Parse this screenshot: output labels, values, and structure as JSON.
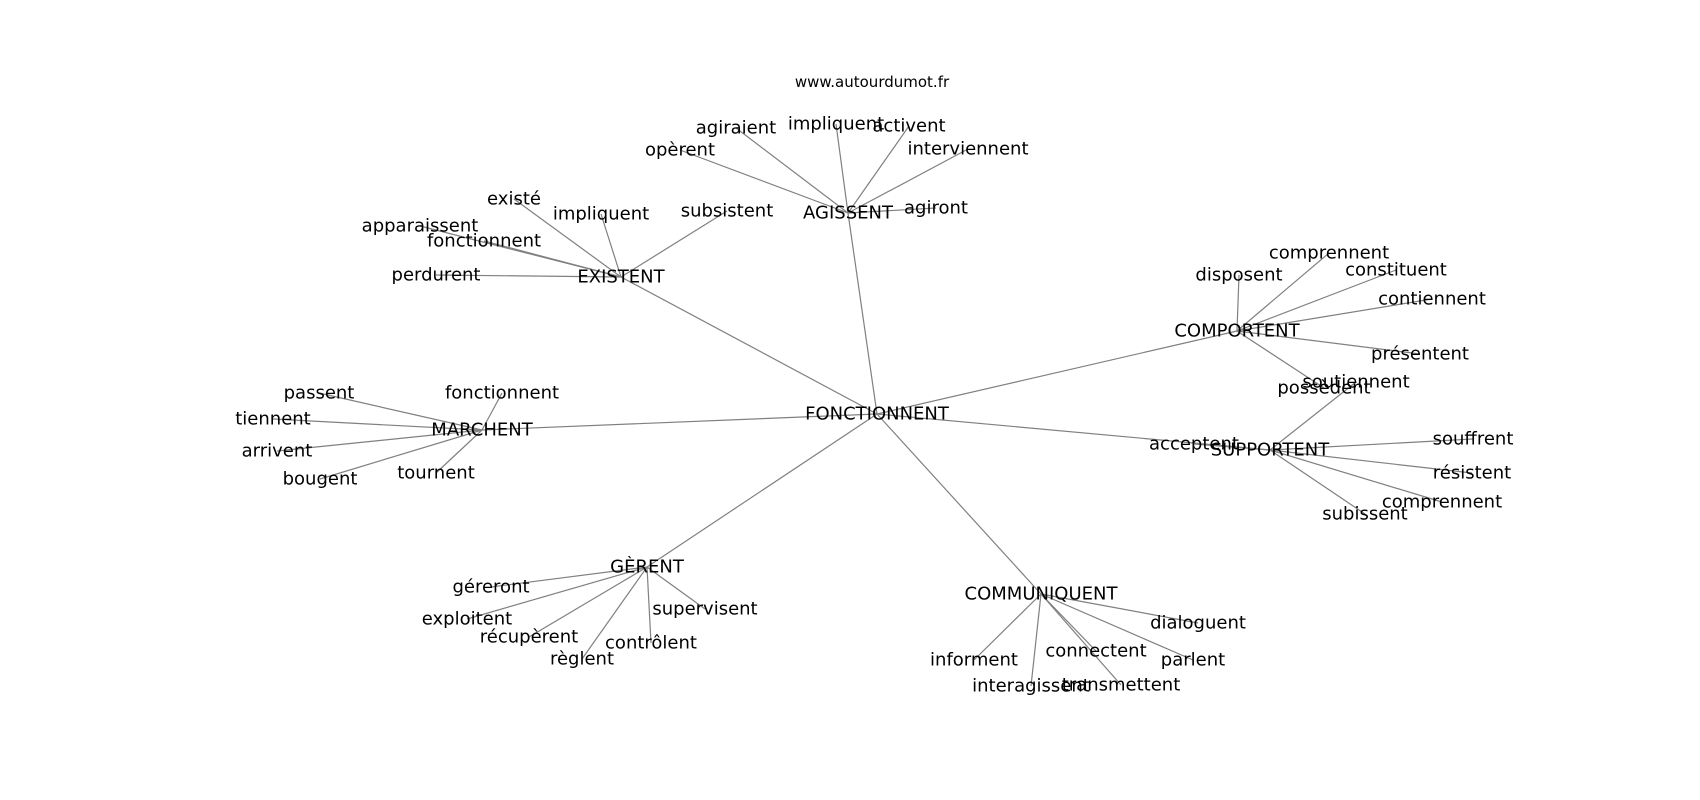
{
  "header": {
    "site": "www.autourdumot.fr"
  },
  "graph": {
    "root": "FONCTIONNENT",
    "clusters": [
      {
        "name": "AGISSENT",
        "leaves": [
          "agiraient",
          "impliquent",
          "activent",
          "opèrent",
          "interviennent",
          "agiront"
        ]
      },
      {
        "name": "EXISTENT",
        "leaves": [
          "existé",
          "impliquent",
          "subsistent",
          "apparaissent",
          "fonctionnent",
          "perdurent"
        ]
      },
      {
        "name": "COMPORTENT",
        "leaves": [
          "comprennent",
          "disposent",
          "constituent",
          "contiennent",
          "présentent",
          "possèdent"
        ]
      },
      {
        "name": "SUPPORTENT",
        "leaves": [
          "soutiennent",
          "acceptent",
          "souffrent",
          "résistent",
          "comprennent",
          "subissent"
        ]
      },
      {
        "name": "MARCHENT",
        "leaves": [
          "passent",
          "fonctionnent",
          "tiennent",
          "arrivent",
          "bougent",
          "tournent"
        ]
      },
      {
        "name": "GÈRENT",
        "leaves": [
          "géreront",
          "supervisent",
          "exploitent",
          "récupèrent",
          "contrôlent",
          "règlent"
        ]
      },
      {
        "name": "COMMUNIQUENT",
        "leaves": [
          "dialoguent",
          "informent",
          "connectent",
          "parlent",
          "interagissent",
          "transmettent"
        ]
      }
    ]
  }
}
